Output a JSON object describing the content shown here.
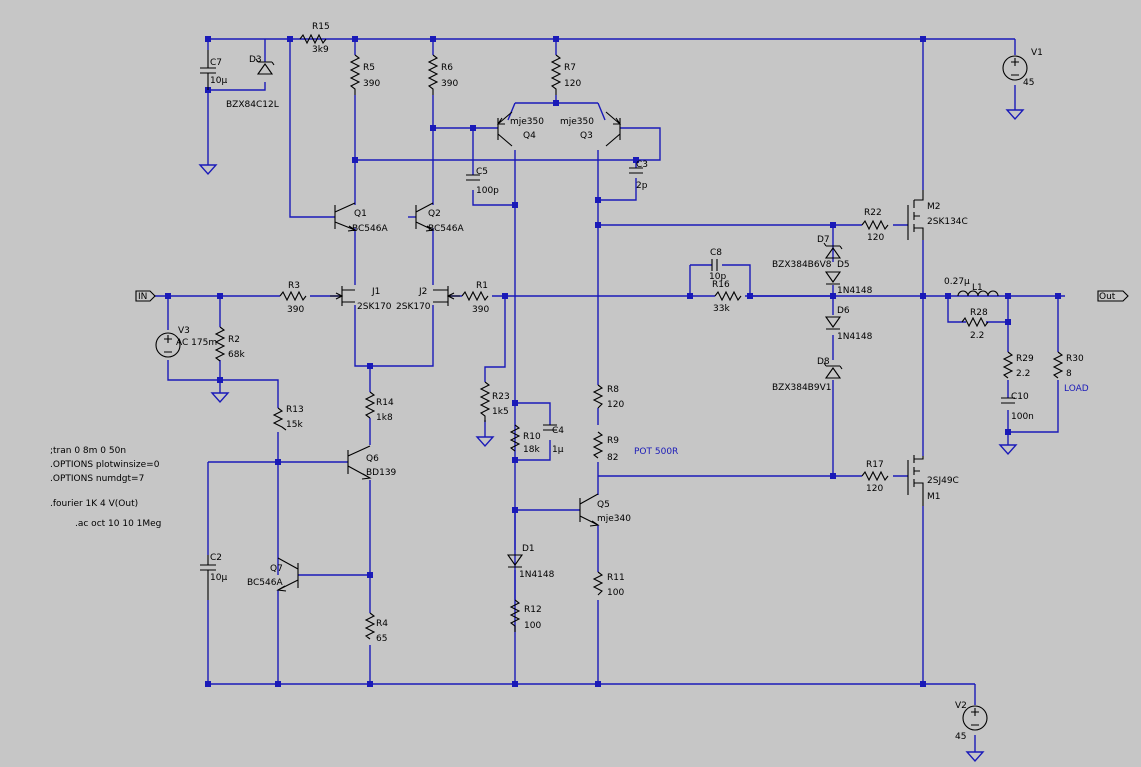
{
  "components": {
    "R15": {
      "name": "R15",
      "value": "3k9"
    },
    "R5": {
      "name": "R5",
      "value": "390"
    },
    "R6": {
      "name": "R6",
      "value": "390"
    },
    "R7": {
      "name": "R7",
      "value": "120"
    },
    "C7": {
      "name": "C7",
      "value": "10µ"
    },
    "D3": {
      "name": "D3",
      "value": "BZX84C12L"
    },
    "V1": {
      "name": "V1",
      "value": "45"
    },
    "V2": {
      "name": "V2",
      "value": "45"
    },
    "V3": {
      "name": "V3",
      "value": "AC 175m"
    },
    "Q1": {
      "name": "Q1",
      "value": "BC546A"
    },
    "Q2": {
      "name": "Q2",
      "value": "BC546A"
    },
    "Q3": {
      "name": "Q3",
      "value": "mje350"
    },
    "Q4": {
      "name": "Q4",
      "value": "mje350"
    },
    "Q5": {
      "name": "Q5",
      "value": "mje340"
    },
    "Q6": {
      "name": "Q6",
      "value": "BD139"
    },
    "Q7": {
      "name": "Q7",
      "value": "BC546A"
    },
    "C3": {
      "name": "C3",
      "value": "2p"
    },
    "C5": {
      "name": "C5",
      "value": "100p"
    },
    "C8": {
      "name": "C8",
      "value": "10p"
    },
    "C4": {
      "name": "C4",
      "value": "1µ"
    },
    "C2": {
      "name": "C2",
      "value": "10µ"
    },
    "C10": {
      "name": "C10",
      "value": "100n"
    },
    "J1": {
      "name": "J1",
      "value": "2SK170"
    },
    "J2": {
      "name": "J2",
      "value": "2SK170"
    },
    "R3": {
      "name": "R3",
      "value": "390"
    },
    "R1": {
      "name": "R1",
      "value": "390"
    },
    "R2": {
      "name": "R2",
      "value": "68k"
    },
    "R16": {
      "name": "R16",
      "value": "33k"
    },
    "R22": {
      "name": "R22",
      "value": "120"
    },
    "R17": {
      "name": "R17",
      "value": "120"
    },
    "M2": {
      "name": "M2",
      "value": "2SK134C"
    },
    "M1": {
      "name": "M1",
      "value": "2SJ49C"
    },
    "D7": {
      "name": "D7",
      "value": "BZX384B6V8"
    },
    "D5": {
      "name": "D5",
      "value": "1N4148"
    },
    "D6": {
      "name": "D6",
      "value": "1N4148"
    },
    "D8": {
      "name": "D8",
      "value": "BZX384B9V1"
    },
    "L1": {
      "name": "L1",
      "value": "0.27µ"
    },
    "R28": {
      "name": "R28",
      "value": "2.2"
    },
    "R29": {
      "name": "R29",
      "value": "2.2"
    },
    "R30": {
      "name": "R30",
      "value": "8"
    },
    "R13": {
      "name": "R13",
      "value": "15k"
    },
    "R14": {
      "name": "R14",
      "value": "1k8"
    },
    "R4": {
      "name": "R4",
      "value": "65"
    },
    "R23": {
      "name": "R23",
      "value": "1k5"
    },
    "R10": {
      "name": "R10",
      "value": "18k"
    },
    "R8": {
      "name": "R8",
      "value": "120"
    },
    "R9": {
      "name": "R9",
      "value": "82"
    },
    "R11": {
      "name": "R11",
      "value": "100"
    },
    "R12": {
      "name": "R12",
      "value": "100"
    },
    "D1": {
      "name": "D1",
      "value": "1N4148"
    }
  },
  "annotations": {
    "pot": "POT 500R",
    "load": "LOAD"
  },
  "ports": {
    "in": "IN",
    "out": "Out"
  },
  "directives": [
    ";tran 0 8m 0 50n",
    ".OPTIONS plotwinsize=0",
    ".OPTIONS numdgt=7",
    ".fourier 1K 4 V(Out)",
    ".ac oct 10 10 1Meg"
  ],
  "colors": {
    "background": "#c6c6c6",
    "wire": "#1a1ab8",
    "component": "#000000",
    "label": "#000000",
    "annotation": "#1a1ab8"
  }
}
